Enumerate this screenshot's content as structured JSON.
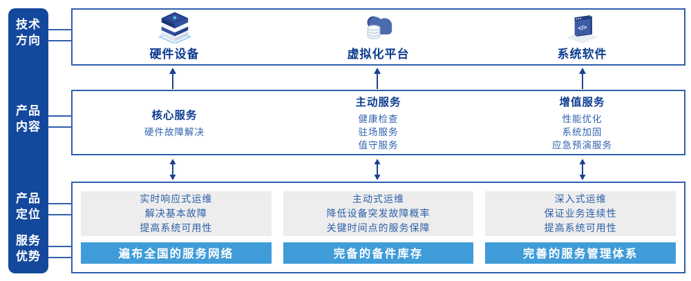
{
  "sidebar": {
    "items": [
      {
        "line1": "技术",
        "line2": "方向"
      },
      {
        "line1": "产品",
        "line2": "内容"
      },
      {
        "line1": "产品",
        "line2": "定位"
      },
      {
        "line1": "服务",
        "line2": "优势"
      }
    ]
  },
  "tech_row": {
    "items": [
      {
        "label": "硬件设备",
        "icon": "server-stack-icon"
      },
      {
        "label": "虚拟化平台",
        "icon": "cloud-database-icon"
      },
      {
        "label": "系统软件",
        "icon": "code-window-icon"
      }
    ]
  },
  "content_row": {
    "groups": [
      {
        "title": "核心服务",
        "items": [
          "硬件故障解决"
        ]
      },
      {
        "title": "主动服务",
        "items": [
          "健康检查",
          "驻场服务",
          "值守服务"
        ]
      },
      {
        "title": "增值服务",
        "items": [
          "性能优化",
          "系统加固",
          "应急预演服务"
        ]
      }
    ]
  },
  "position_row": {
    "columns": [
      {
        "lines": [
          "实时响应式运维",
          "解决基本故障",
          "提高系统可用性"
        ],
        "banner": "遍布全国的服务网络"
      },
      {
        "lines": [
          "主动式运维",
          "降低设备突发故障概率",
          "关键时间点的服务保障"
        ],
        "banner": "完备的备件库存"
      },
      {
        "lines": [
          "深入式运维",
          "保证业务连续性",
          "提高系统可用性"
        ],
        "banner": "完善的服务管理体系"
      }
    ]
  },
  "colors": {
    "sidebar_bg": "#14489C",
    "box_border": "#2E5FAC",
    "title_navy": "#0D3C90",
    "body_blue": "#3263AE",
    "panel_gray": "#EDEDED",
    "banner_blue": "#3F9CD9",
    "arrow_navy": "#1B3F92"
  }
}
